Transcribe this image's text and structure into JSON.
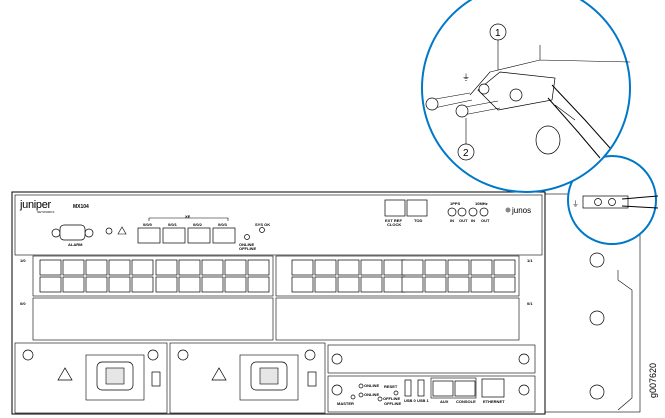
{
  "brand": {
    "name": "JUNIPER",
    "sub": "NETWORKS",
    "model": "MX104",
    "os": "junos"
  },
  "front": {
    "alarm": "ALARM",
    "xe": "XE",
    "ports": [
      "0/0/0",
      "0/0/1",
      "0/0/2",
      "0/0/3"
    ],
    "sys_ok": "SYS OK",
    "online": "ONLINE",
    "offline": "OFFLINE",
    "ext_ref": "EXT REF",
    "clock": "CLOCK",
    "tod": "TOD",
    "pps": "1PPS",
    "mhz": "10MHz",
    "in": "IN",
    "out": "OUT"
  },
  "slots": {
    "s10": "1/0",
    "s11": "1/1",
    "s00": "0/0",
    "s01": "0/1"
  },
  "re": {
    "master": "MASTER",
    "online": "ONLINE",
    "offline": "OFFLINE",
    "reset": "RESET",
    "online2": "ONLINE",
    "offline2": "OFFLINE",
    "usb0": "USB 0",
    "usb1": "USB 1",
    "aux": "AUX",
    "console": "CONSOLE",
    "ethernet": "ETHERNET"
  },
  "callouts": [
    "1",
    "2"
  ],
  "figure_id": "g007620"
}
